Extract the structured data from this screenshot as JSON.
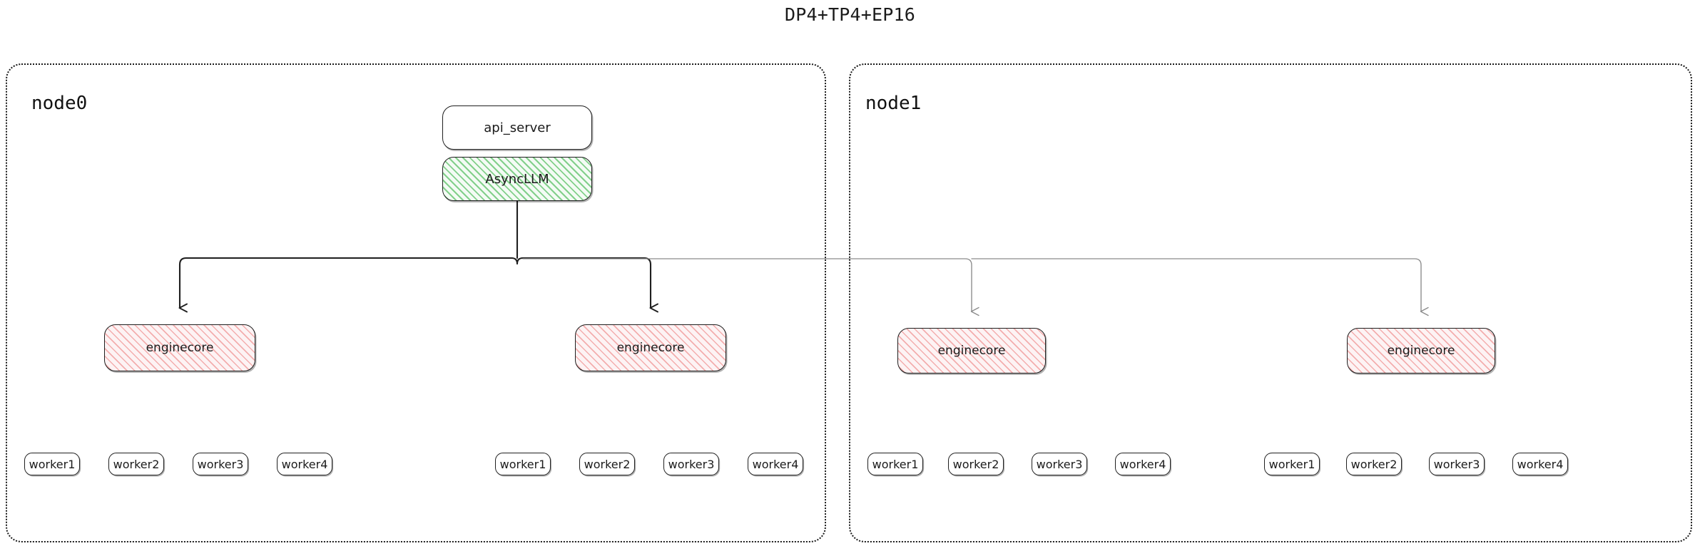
{
  "title": "DP4+TP4+EP16",
  "colors": {
    "stroke_dark": "#1f1f1f",
    "stroke_light": "#7a7a7a",
    "hatch_green": "#6ec878",
    "hatch_pink": "#f09696",
    "background": "#ffffff",
    "text": "#1b1b1b"
  },
  "nodes": [
    {
      "id": "node0",
      "label": "node0",
      "top_boxes": [
        {
          "id": "api_server",
          "label": "api_server",
          "style": "plain"
        },
        {
          "id": "async_llm",
          "label": "AsyncLLM",
          "style": "green-hatch"
        }
      ],
      "enginecores": [
        {
          "label": "enginecore",
          "workers": [
            "worker1",
            "worker2",
            "worker3",
            "worker4"
          ]
        },
        {
          "label": "enginecore",
          "workers": [
            "worker1",
            "worker2",
            "worker3",
            "worker4"
          ]
        }
      ]
    },
    {
      "id": "node1",
      "label": "node1",
      "top_boxes": [],
      "enginecores": [
        {
          "label": "enginecore",
          "workers": [
            "worker1",
            "worker2",
            "worker3",
            "worker4"
          ]
        },
        {
          "label": "enginecore",
          "workers": [
            "worker1",
            "worker2",
            "worker3",
            "worker4"
          ]
        }
      ]
    }
  ],
  "edges": {
    "source": "async_llm",
    "targets": [
      "node0.enginecore.0",
      "node0.enginecore.1",
      "node1.enginecore.0",
      "node1.enginecore.1"
    ],
    "arrowhead": "open-v"
  }
}
